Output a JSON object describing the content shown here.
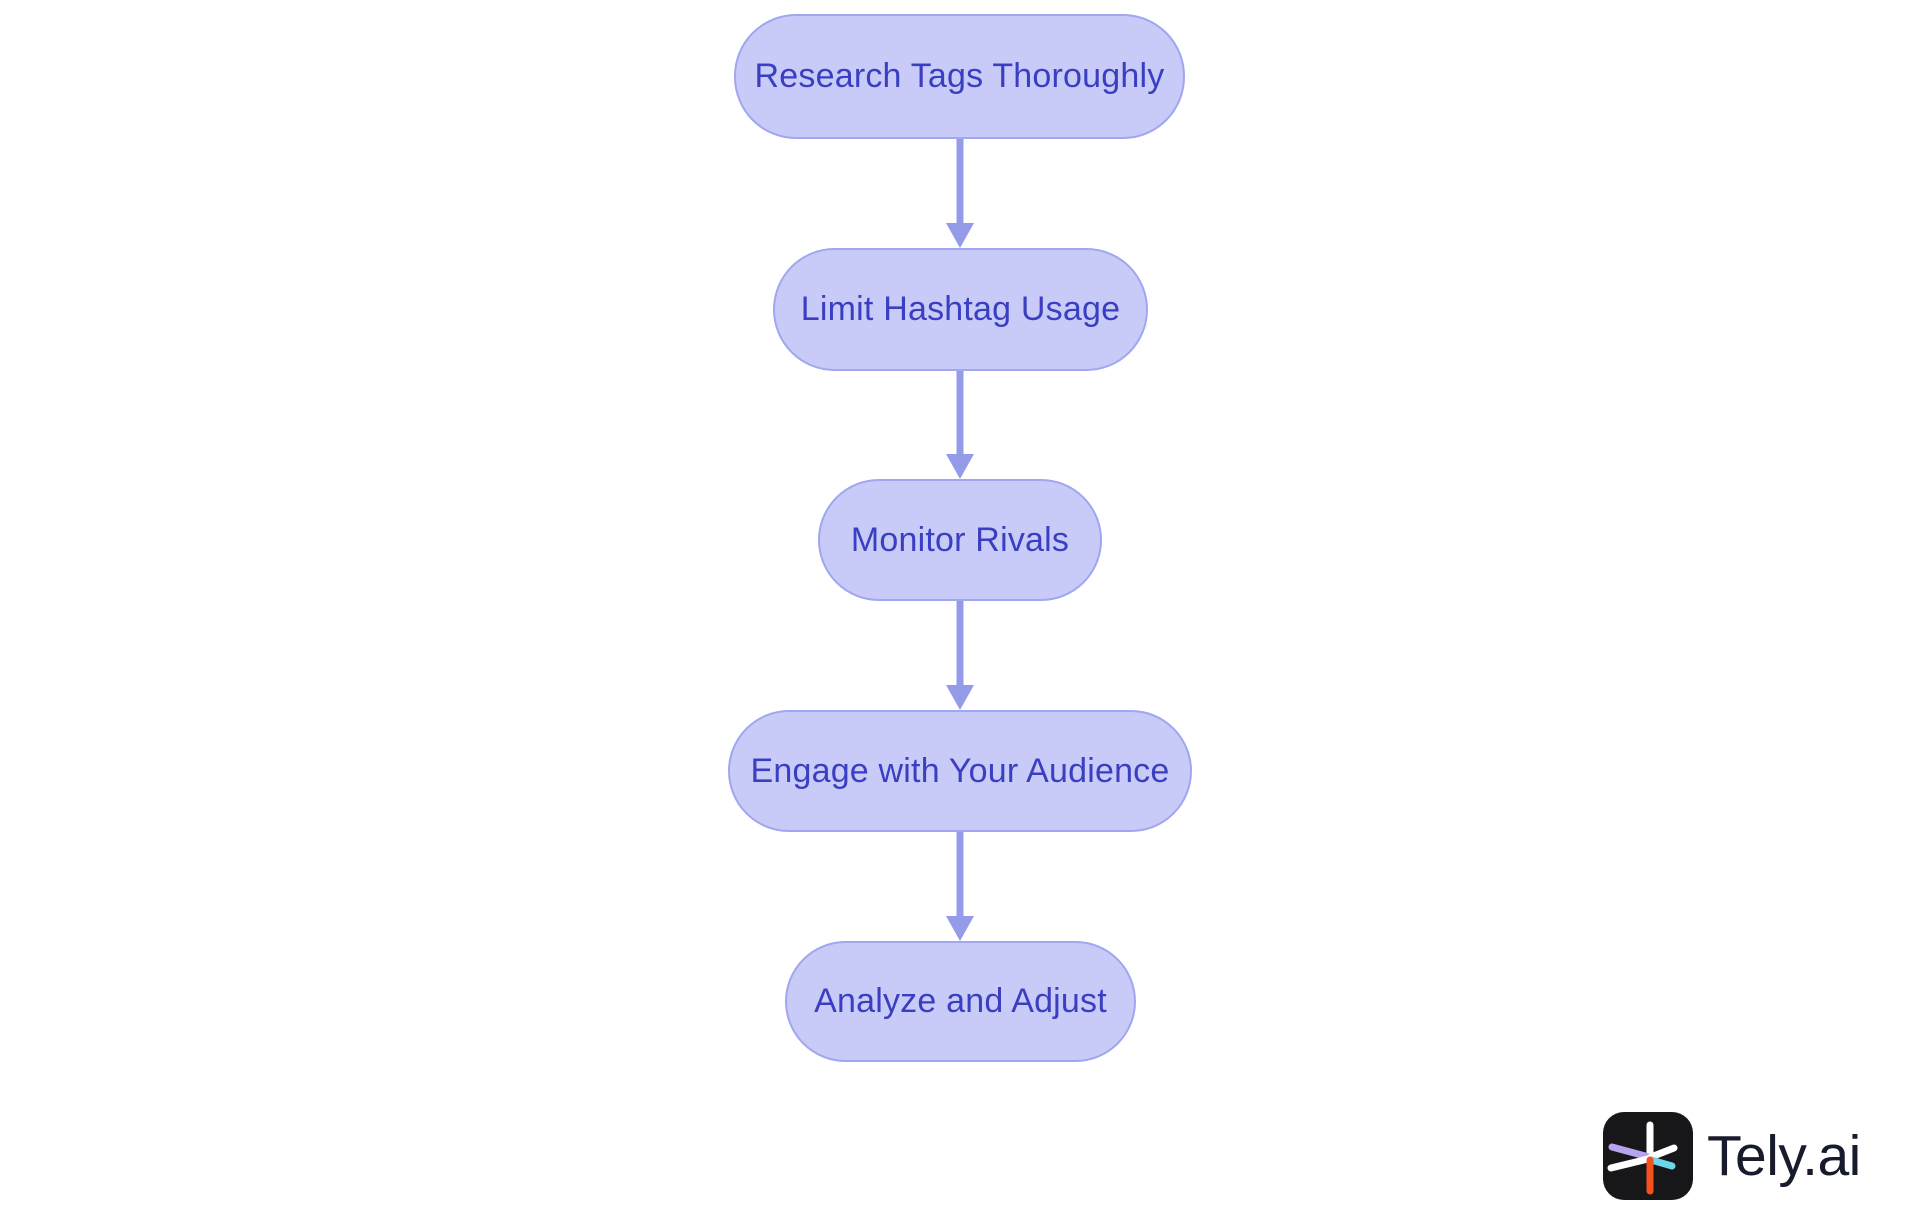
{
  "flowchart": {
    "nodes": [
      {
        "label": "Research Tags Thoroughly"
      },
      {
        "label": "Limit Hashtag Usage"
      },
      {
        "label": "Monitor Rivals"
      },
      {
        "label": "Engage with Your Audience"
      },
      {
        "label": "Analyze and Adjust"
      }
    ]
  },
  "branding": {
    "logo_text": "Tely.ai",
    "logo_icon": "tely-starburst-icon"
  },
  "colors": {
    "node-fill": "#c8cbf7",
    "node-border": "#a0a6ef",
    "node-text": "#3a3fc1",
    "arrow-color": "#949be9",
    "background": "#ffffff",
    "logo-bg": "#17171a",
    "logo-text": "#171b2b",
    "logo-ray-white": "#ffffff",
    "logo-ray-orange": "#f4511e",
    "logo-ray-purple": "#b8a4ee",
    "logo-ray-cyan": "#6fd5e8"
  }
}
